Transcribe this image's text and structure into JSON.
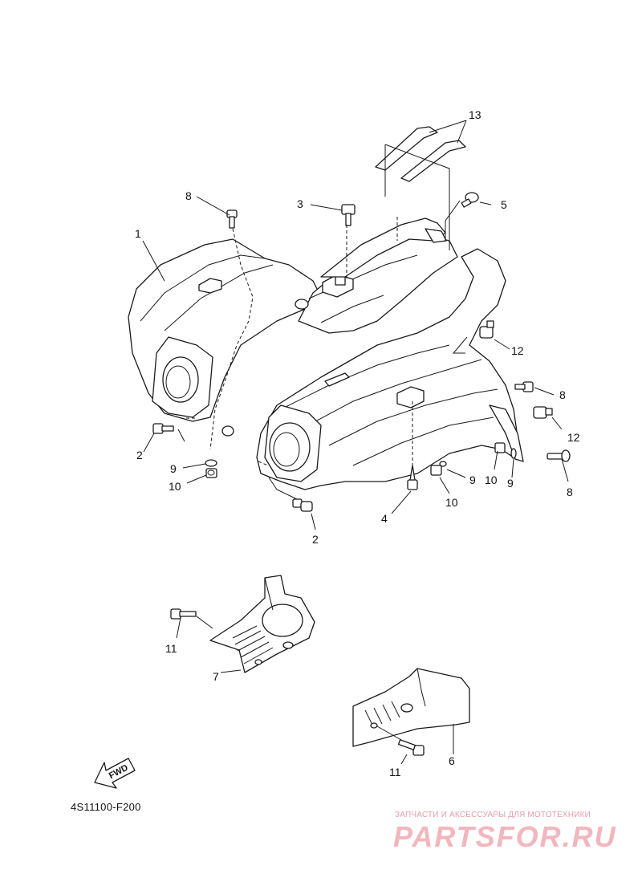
{
  "diagram": {
    "drawing_code": "4S11100-F200",
    "fwd_label": "FWD",
    "callouts": [
      {
        "id": "c1",
        "label": "1"
      },
      {
        "id": "c2a",
        "label": "2"
      },
      {
        "id": "c2b",
        "label": "2"
      },
      {
        "id": "c3",
        "label": "3"
      },
      {
        "id": "c4",
        "label": "4"
      },
      {
        "id": "c5",
        "label": "5"
      },
      {
        "id": "c6",
        "label": "6"
      },
      {
        "id": "c7",
        "label": "7"
      },
      {
        "id": "c8a",
        "label": "8"
      },
      {
        "id": "c8b",
        "label": "8"
      },
      {
        "id": "c8c",
        "label": "8"
      },
      {
        "id": "c9a",
        "label": "9"
      },
      {
        "id": "c9b",
        "label": "9"
      },
      {
        "id": "c9c",
        "label": "9"
      },
      {
        "id": "c10a",
        "label": "10"
      },
      {
        "id": "c10b",
        "label": "10"
      },
      {
        "id": "c10c",
        "label": "10"
      },
      {
        "id": "c11a",
        "label": "11"
      },
      {
        "id": "c11b",
        "label": "11"
      },
      {
        "id": "c12a",
        "label": "12"
      },
      {
        "id": "c12b",
        "label": "12"
      },
      {
        "id": "c13",
        "label": "13"
      }
    ]
  },
  "watermark": {
    "tagline": "ЗАПЧАСТИ И АКСЕССУАРЫ ДЛЯ МОТОТЕХНИКИ",
    "brand": "PARTSFOR.RU",
    "color": "#f2b6be"
  }
}
